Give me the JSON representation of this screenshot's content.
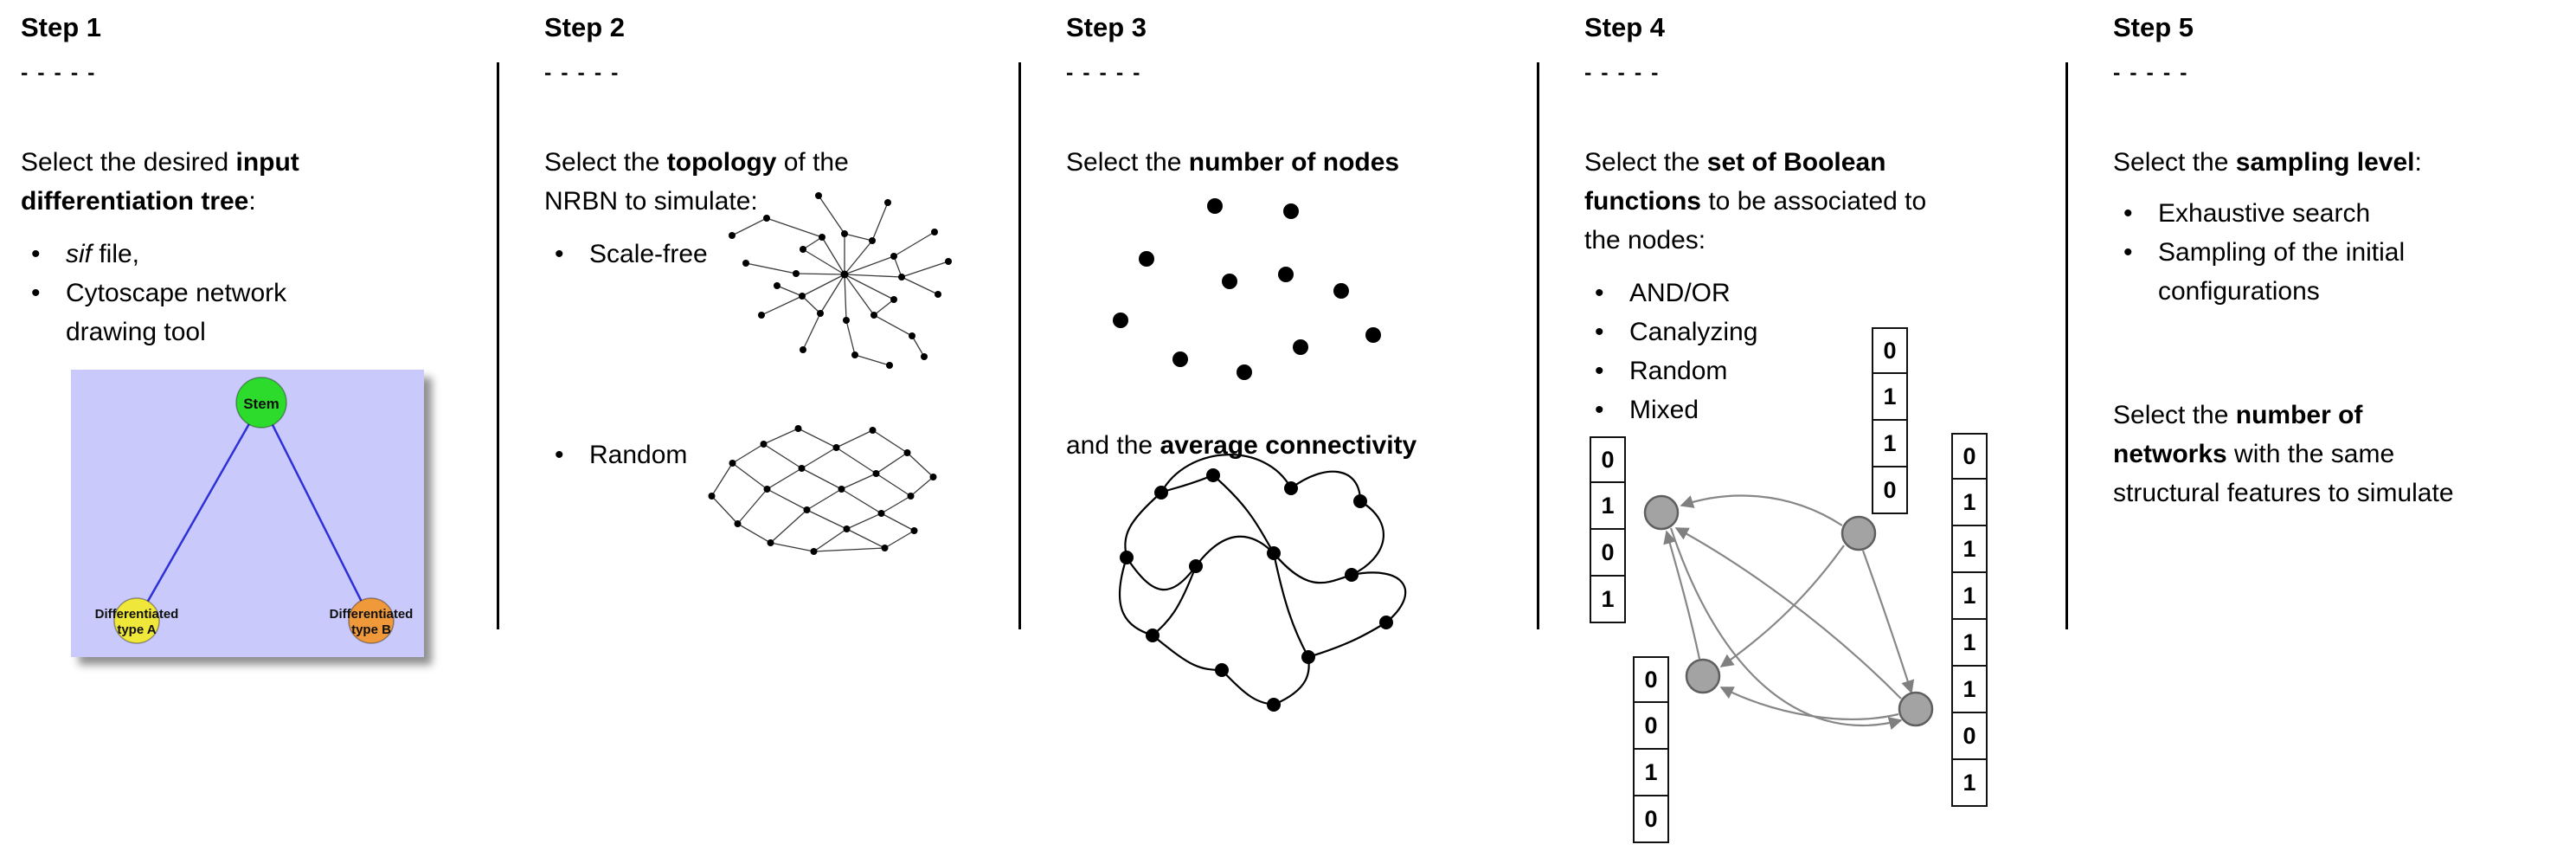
{
  "steps": [
    {
      "title": "Step 1",
      "dashes": "- - - - -",
      "intro": {
        "pre": "Select the desired ",
        "bold": "input\ndifferentiation tree",
        "post": ":"
      },
      "bullets": [
        {
          "italic": "sif",
          "text": " file,"
        },
        {
          "text": "Cytoscape network\ndrawing tool"
        }
      ],
      "tree": {
        "root_label": "Stem",
        "left_label_line1": "Differentiated",
        "left_label_line2": "type A",
        "right_label_line1": "Differentiated",
        "right_label_line2": "type B",
        "colors": {
          "panel_bg": "#c9c9fb",
          "root_fill": "#2ddb2d",
          "left_fill": "#efe73a",
          "right_fill": "#f0993b",
          "edge": "#2f2fd8"
        }
      }
    },
    {
      "title": "Step 2",
      "dashes": "- - - - -",
      "intro": {
        "pre": "Select the ",
        "bold": "topology",
        "post": " of the\nNRBN to simulate:"
      },
      "bullets": [
        {
          "text": "Scale-free"
        },
        {
          "text": "Random"
        }
      ]
    },
    {
      "title": "Step 3",
      "dashes": "- - - - -",
      "intro": {
        "pre": "Select the ",
        "bold": "number of nodes",
        "post": ""
      },
      "second": {
        "pre": "and the ",
        "bold": "average connectivity",
        "post": ""
      }
    },
    {
      "title": "Step 4",
      "dashes": "- - - - -",
      "intro": {
        "pre": "Select the ",
        "bold": "set of Boolean\nfunctions",
        "post": " to be associated to\nthe nodes:"
      },
      "bullets": [
        {
          "text": "AND/OR"
        },
        {
          "text": "Canalyzing"
        },
        {
          "text": "Random"
        },
        {
          "text": "Mixed"
        }
      ],
      "colors": {
        "node_fill": "#a3a3a3"
      },
      "tables": {
        "left": [
          "0",
          "1",
          "0",
          "1"
        ],
        "top": [
          "0",
          "1",
          "1",
          "0"
        ],
        "bottom_left": [
          "0",
          "0",
          "1",
          "0"
        ],
        "right": [
          "0",
          "1",
          "1",
          "1",
          "1",
          "1",
          "0",
          "1"
        ]
      }
    },
    {
      "title": "Step 5",
      "dashes": "- - - - -",
      "intro": {
        "pre": "Select the ",
        "bold": "sampling level",
        "post": ":"
      },
      "bullets": [
        {
          "text": "Exhaustive search"
        },
        {
          "text": "Sampling of the initial\nconfigurations"
        }
      ],
      "second": {
        "pre": "Select the ",
        "bold": "number of\nnetworks",
        "post": " with the same\nstructural features to simulate"
      }
    }
  ]
}
